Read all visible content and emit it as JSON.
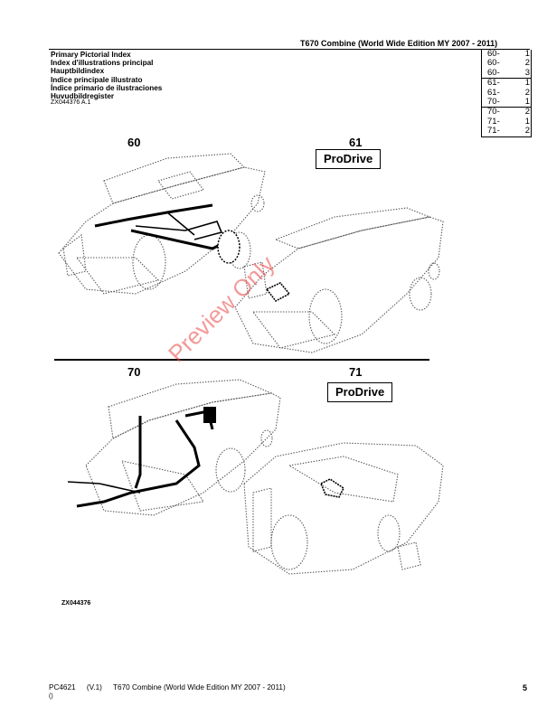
{
  "header": {
    "title": "T670 Combine (World Wide Edition MY 2007 - 2011)"
  },
  "index_titles": [
    "Primary Pictorial Index",
    "Index d'illustrations principal",
    "Hauptbildindex",
    "Indice principale illustrato",
    "Índice primario de ilustraciones",
    "Huvudbildregister"
  ],
  "ref_code": "ZX044376 A.1",
  "index_table": [
    [
      {
        "g": "60-",
        "p": "1"
      },
      {
        "g": "60-",
        "p": "2"
      },
      {
        "g": "60-",
        "p": "3"
      }
    ],
    [
      {
        "g": "61-",
        "p": "1"
      },
      {
        "g": "61-",
        "p": "2"
      },
      {
        "g": "70-",
        "p": "1"
      }
    ],
    [
      {
        "g": "70-",
        "p": "2"
      },
      {
        "g": "71-",
        "p": "1"
      },
      {
        "g": "71-",
        "p": "2"
      }
    ]
  ],
  "sections": {
    "s60": {
      "label": "60"
    },
    "s61": {
      "label": "61",
      "badge": "ProDrive"
    },
    "s70": {
      "label": "70"
    },
    "s71": {
      "label": "71",
      "badge": "ProDrive"
    }
  },
  "figure_code": "ZX044376",
  "watermark": "Preview Only",
  "footer": {
    "doc": "PC4621",
    "version": "(V.1)",
    "title": "T670 Combine (World Wide Edition MY 2007 - 2011)",
    "sub": "()",
    "page": "5"
  }
}
